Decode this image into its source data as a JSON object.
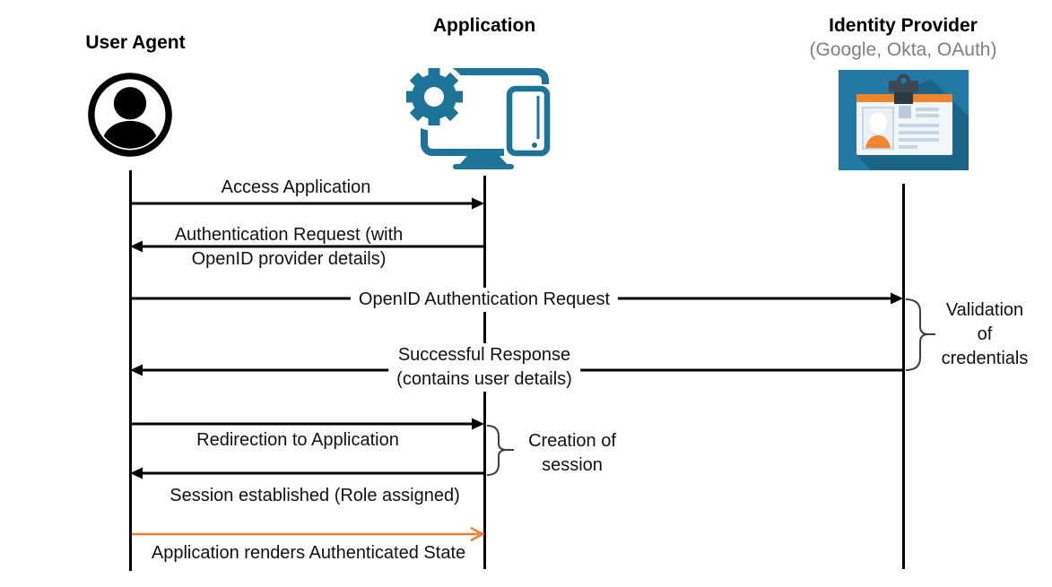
{
  "diagram": {
    "type": "sequence-diagram",
    "topic": "OpenID authentication flow",
    "colors": {
      "line_black": "#000000",
      "arrow_orange": "#ED7D31",
      "icon_teal": "#1D7498",
      "idp_blue": "#2279A6",
      "idp_shadow_blue": "#1A6488",
      "idp_orange": "#F0862B",
      "subtitle_gray": "#7F7F7F"
    },
    "actors": [
      {
        "name": "User Agent",
        "subtitle": "",
        "icon": "user-icon"
      },
      {
        "name": "Application",
        "subtitle": "",
        "icon": "application-devices-icon"
      },
      {
        "name": "Identity Provider",
        "subtitle": "(Google, Okta, OAuth)",
        "icon": "id-card-icon"
      }
    ],
    "messages": [
      {
        "from": "User Agent",
        "to": "Application",
        "direction": "right",
        "color": "black",
        "lines": [
          "Access Application"
        ]
      },
      {
        "from": "Application",
        "to": "User Agent",
        "direction": "left",
        "color": "black",
        "lines": [
          "Authentication Request (with",
          "OpenID provider details)"
        ]
      },
      {
        "from": "User Agent",
        "to": "Identity Provider",
        "direction": "right",
        "color": "black",
        "lines": [
          "OpenID Authentication Request"
        ]
      },
      {
        "from": "Identity Provider",
        "to": "User Agent",
        "direction": "left",
        "color": "black",
        "lines": [
          "Successful Response",
          "(contains user details)"
        ]
      },
      {
        "from": "User Agent",
        "to": "Application",
        "direction": "right",
        "color": "black",
        "lines": [
          "Redirection to Application"
        ]
      },
      {
        "from": "Application",
        "to": "User Agent",
        "direction": "left",
        "color": "black",
        "lines": [
          "Session established (Role assigned)"
        ]
      },
      {
        "from": "User Agent",
        "to": "Application",
        "direction": "right",
        "color": "orange",
        "lines": [
          "Application renders Authenticated State"
        ]
      }
    ],
    "annotations": [
      {
        "attached_to": "Identity Provider",
        "lines": [
          "Validation",
          "of",
          "credentials"
        ]
      },
      {
        "attached_to": "Application",
        "lines": [
          "Creation of",
          "session"
        ]
      }
    ]
  }
}
